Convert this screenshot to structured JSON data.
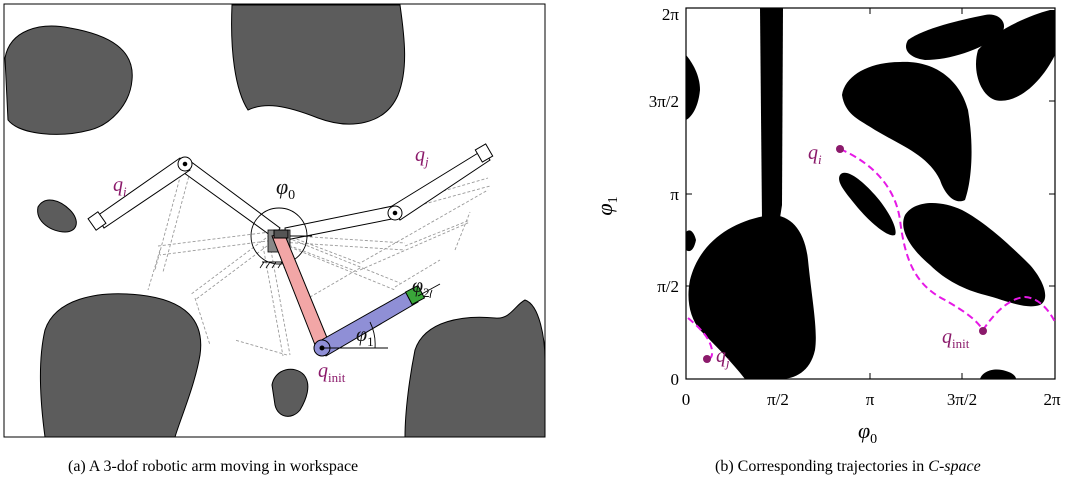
{
  "workspace": {
    "labels": {
      "qi": "q",
      "qi_sub": "i",
      "qj": "q",
      "qj_sub": "j",
      "qinit": "q",
      "qinit_sub": "init",
      "phi0": "φ",
      "phi0_sub": "0",
      "phi1": "φ",
      "phi1_sub": "1",
      "phi2": "φ",
      "phi2_sub": "2"
    },
    "caption": "(a) A 3-dof robotic arm moving in workspace",
    "colors": {
      "obstacle": "#5c5c5c",
      "link1": "#f2a6a6",
      "link2": "#8f8fd6",
      "link3": "#3aa63a",
      "label": "#8b1a6b"
    }
  },
  "cspace": {
    "axes": {
      "xlabel": "φ",
      "xlabel_sub": "0",
      "ylabel": "φ",
      "ylabel_sub": "1",
      "xticks": [
        "0",
        "π/2",
        "π",
        "3π/2",
        "2π"
      ],
      "yticks": [
        "0",
        "π/2",
        "π",
        "3π/2",
        "2π"
      ]
    },
    "points": {
      "qi": "q",
      "qi_sub": "i",
      "qj": "q",
      "qj_sub": "j",
      "qinit": "q",
      "qinit_sub": "init"
    },
    "caption_pre": "(b) Corresponding trajectories in ",
    "caption_em": "C-space",
    "colors": {
      "obstacle": "#000000",
      "path": "#e619e6",
      "point": "#8b1a6b"
    }
  }
}
